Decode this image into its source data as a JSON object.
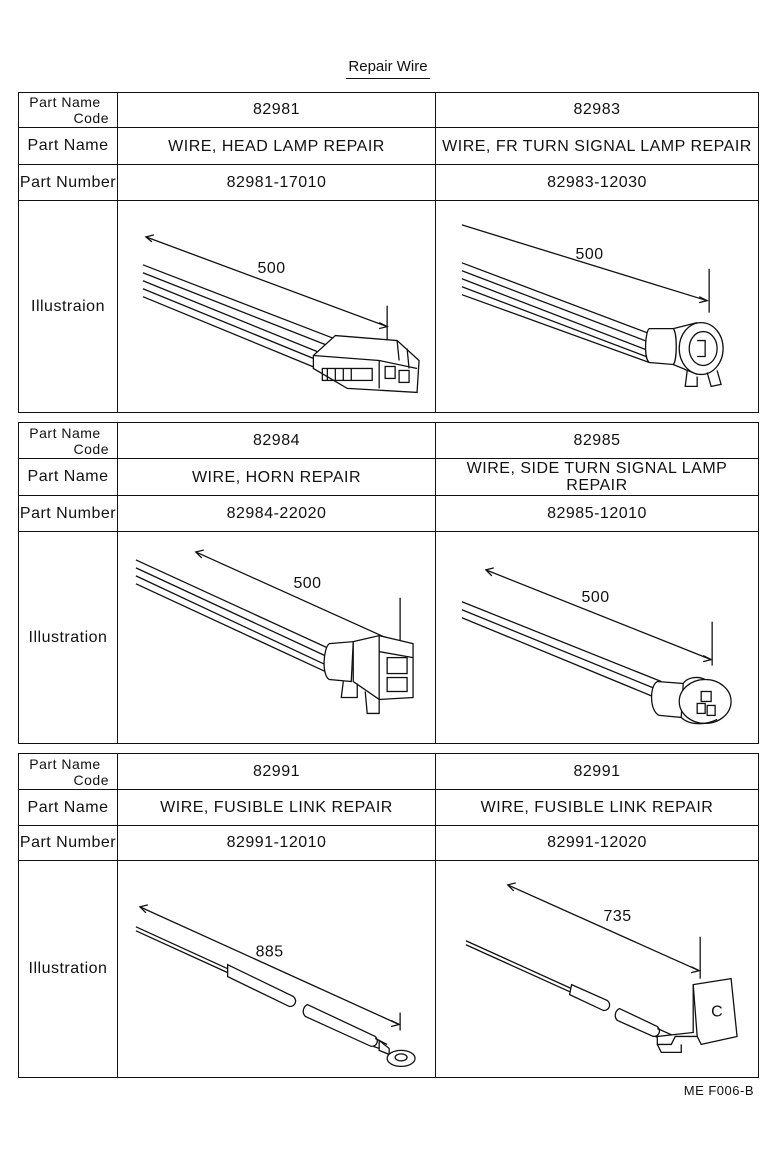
{
  "title": "Repair Wire",
  "labels": {
    "code_line1": "Part Name",
    "code_line2": "Code",
    "part_name": "Part Name",
    "part_number": "Part Number",
    "illustration_misspelled": "Illustraion",
    "illustration": "Illustration"
  },
  "blocks": [
    {
      "left": {
        "code": "82981",
        "name": "WIRE, HEAD LAMP REPAIR",
        "number": "82981-17010",
        "length": "500"
      },
      "right": {
        "code": "82983",
        "name": "WIRE, FR TURN SIGNAL LAMP REPAIR",
        "number": "82983-12030",
        "length": "500"
      }
    },
    {
      "left": {
        "code": "82984",
        "name": "WIRE, HORN REPAIR",
        "number": "82984-22020",
        "length": "500"
      },
      "right": {
        "code": "82985",
        "name": "WIRE, SIDE TURN SIGNAL LAMP REPAIR",
        "number": "82985-12010",
        "length": "500"
      }
    },
    {
      "left": {
        "code": "82991",
        "name": "WIRE, FUSIBLE LINK REPAIR",
        "number": "82991-12010",
        "length": "885"
      },
      "right": {
        "code": "82991",
        "name": "WIRE, FUSIBLE LINK REPAIR",
        "number": "82991-12020",
        "length": "735",
        "terminal_letter": "C"
      }
    }
  ],
  "footer": "ME F006-B"
}
